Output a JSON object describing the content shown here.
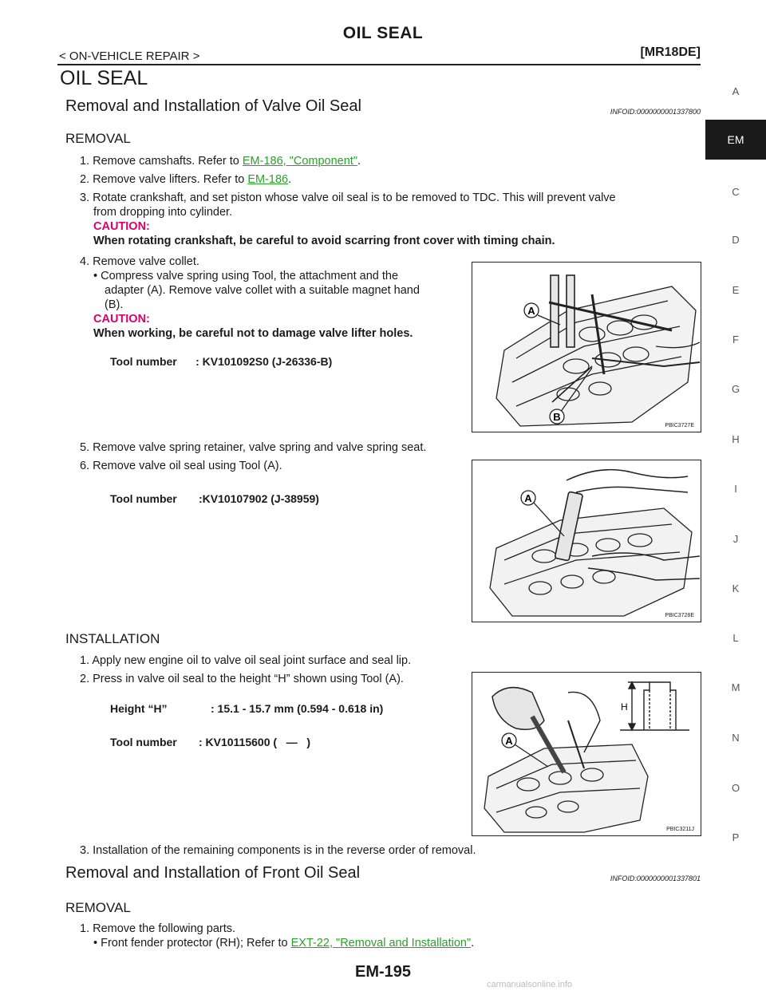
{
  "header": {
    "title": "OIL SEAL",
    "section": "< ON-VEHICLE REPAIR >",
    "engine": "[MR18DE]"
  },
  "page_heading": "OIL SEAL",
  "section1": {
    "title": "Removal and Installation of Valve Oil Seal",
    "infoid": "INFOID:0000000001337800",
    "removal_heading": "REMOVAL",
    "step1_text": "1. Remove camshafts. Refer to ",
    "step1_link": "EM-186, \"Component\"",
    "step2_text": "2. Remove valve lifters. Refer to ",
    "step2_link": "EM-186",
    "step3_line1": "3. Rotate crankshaft, and set piston whose valve oil seal is to be removed to TDC. This will prevent valve",
    "step3_line2": "from dropping into cylinder.",
    "step3_caution_label": "CAUTION:",
    "step3_caution_text": "When rotating crankshaft, be careful to avoid scarring front cover with timing chain.",
    "step4_text": "4. Remove valve collet.",
    "step4_bullet_line1": "• Compress valve spring using Tool, the attachment and the",
    "step4_bullet_line2": "adapter (A). Remove valve collet with a suitable magnet hand",
    "step4_bullet_line3": "(B).",
    "step4_caution_label": "CAUTION:",
    "step4_caution_text": "When working, be careful not to damage valve lifter holes.",
    "step4_tool": "Tool number      : KV101092S0 (J-26336-B)",
    "step5_text": "5. Remove valve spring retainer, valve spring and valve spring seat.",
    "step6_text": "6. Remove valve oil seal using Tool (A).",
    "step6_tool": "Tool number       :KV10107902 (J-38959)",
    "installation_heading": "INSTALLATION",
    "inst1_text": "1. Apply new engine oil to valve oil seal joint surface and seal lip.",
    "inst2_text": "2. Press in valve oil seal to the height “H” shown using Tool (A).",
    "inst2_height": "Height “H”              : 15.1 - 15.7 mm (0.594 - 0.618 in)",
    "inst2_tool": "Tool number       : KV10115600 (   —   )",
    "inst3_text": "3. Installation of the remaining components is in the reverse order of removal."
  },
  "figures": {
    "fig1_code": "PBIC3727E",
    "fig2_code": "PBIC3728E",
    "fig3_code": "PBIC3211J",
    "label_a": "A",
    "label_b": "B",
    "label_h": "H"
  },
  "section2": {
    "title": "Removal and Installation of Front Oil Seal",
    "infoid": "INFOID:0000000001337801",
    "removal_heading": "REMOVAL",
    "step1_text": "1. Remove the following parts.",
    "step1_bullet_text": "• Front fender protector (RH); Refer to ",
    "step1_bullet_link": "EXT-22, \"Removal and Installation\""
  },
  "sidebar": {
    "items": [
      "A",
      "EM",
      "C",
      "D",
      "E",
      "F",
      "G",
      "H",
      "I",
      "J",
      "K",
      "L",
      "M",
      "N",
      "O",
      "P"
    ],
    "active": "EM"
  },
  "footer": {
    "page_number": "EM-195",
    "watermark": "carmanualsonline.info"
  }
}
